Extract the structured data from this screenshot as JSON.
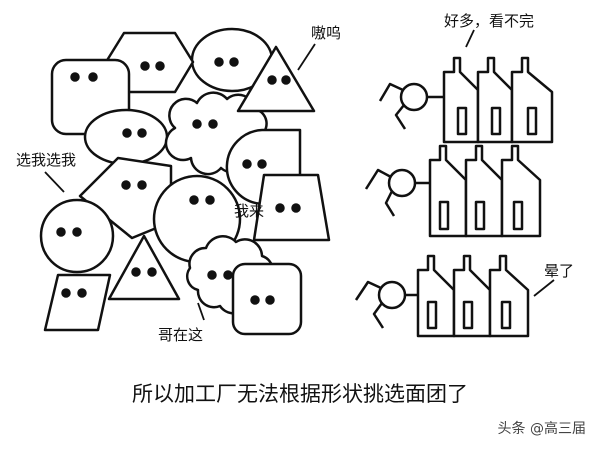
{
  "labels": {
    "aow": "嗷呜",
    "pick_me": "选我选我",
    "me_coming": "我来",
    "bro_here": "哥在这",
    "too_many": "好多，看不完",
    "dizzy": "晕了"
  },
  "caption": "所以加工厂无法根据形状挑选面团了",
  "watermark": "头条 @高三届",
  "colors": {
    "stroke": "#111111",
    "fill": "#ffffff"
  }
}
